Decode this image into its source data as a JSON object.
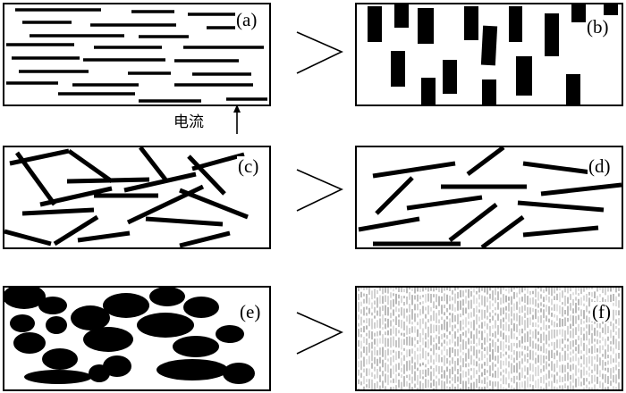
{
  "panels": {
    "a": {
      "label": "(a)"
    },
    "b": {
      "label": "(b)"
    },
    "c": {
      "label": "(c)"
    },
    "d": {
      "label": "(d)"
    },
    "e": {
      "label": "(e)"
    },
    "f": {
      "label": "(f)"
    }
  },
  "annotation": {
    "current_label": "电流"
  }
}
